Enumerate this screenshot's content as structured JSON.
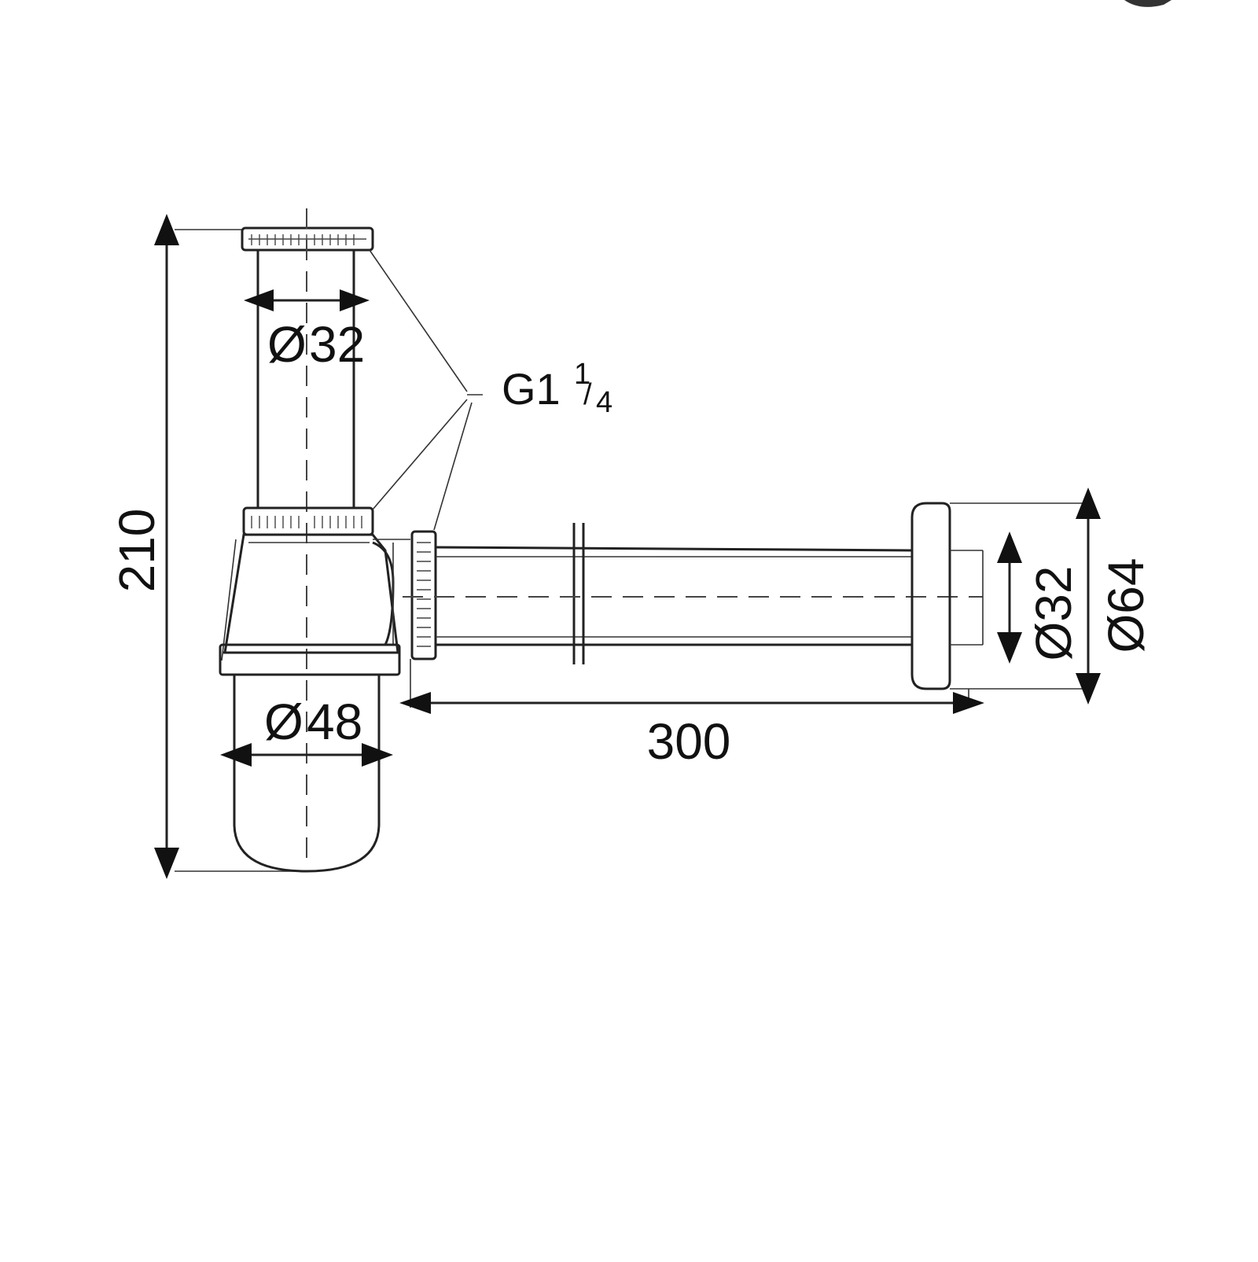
{
  "diagram": {
    "dimensions": {
      "height_total": "210",
      "inlet_diameter": "32",
      "bottle_diameter": "48",
      "outlet_length": "300",
      "outlet_diameter": "32",
      "rosette_diameter": "64"
    },
    "diameter_symbol": "Ø",
    "thread": {
      "prefix": "G1",
      "fraction_num": "1",
      "fraction_slash": "/",
      "fraction_den": "4"
    },
    "colors": {
      "line": "#222222",
      "background": "#ffffff"
    }
  }
}
